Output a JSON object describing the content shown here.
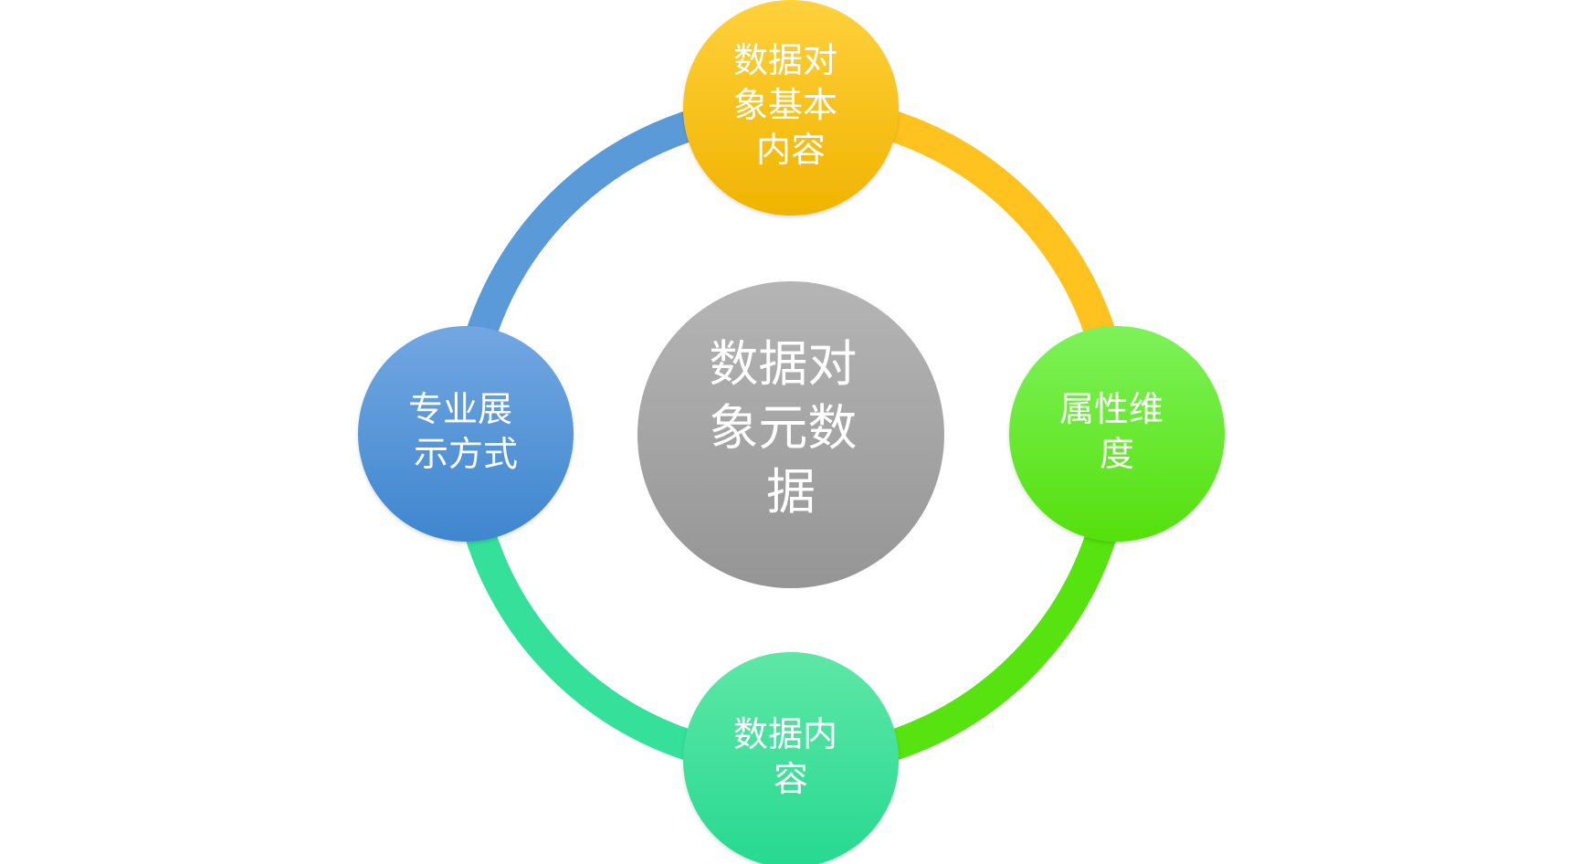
{
  "center": {
    "lines": [
      "数据对",
      "象元数",
      "据"
    ],
    "color": "#a8a8a8"
  },
  "nodes": [
    {
      "name": "node-basic-content",
      "lines": [
        "数据对",
        "象基本",
        "内容"
      ],
      "color_top": "#ffd13c",
      "color_bottom": "#f0b400"
    },
    {
      "name": "node-attribute-dimension",
      "lines": [
        "属性维",
        "度"
      ],
      "color_top": "#7df25a",
      "color_bottom": "#55e00c"
    },
    {
      "name": "node-data-content",
      "lines": [
        "数据内",
        "容"
      ],
      "color_top": "#5ee7a6",
      "color_bottom": "#26d991"
    },
    {
      "name": "node-display-mode",
      "lines": [
        "专业展",
        "示方式"
      ],
      "color_top": "#72a7e2",
      "color_bottom": "#3f86cf"
    }
  ],
  "ring_colors": {
    "top_right": "#ffc21e",
    "bottom_right": "#56e30f",
    "bottom_left": "#34e09a",
    "top_left": "#5b9ad9"
  }
}
